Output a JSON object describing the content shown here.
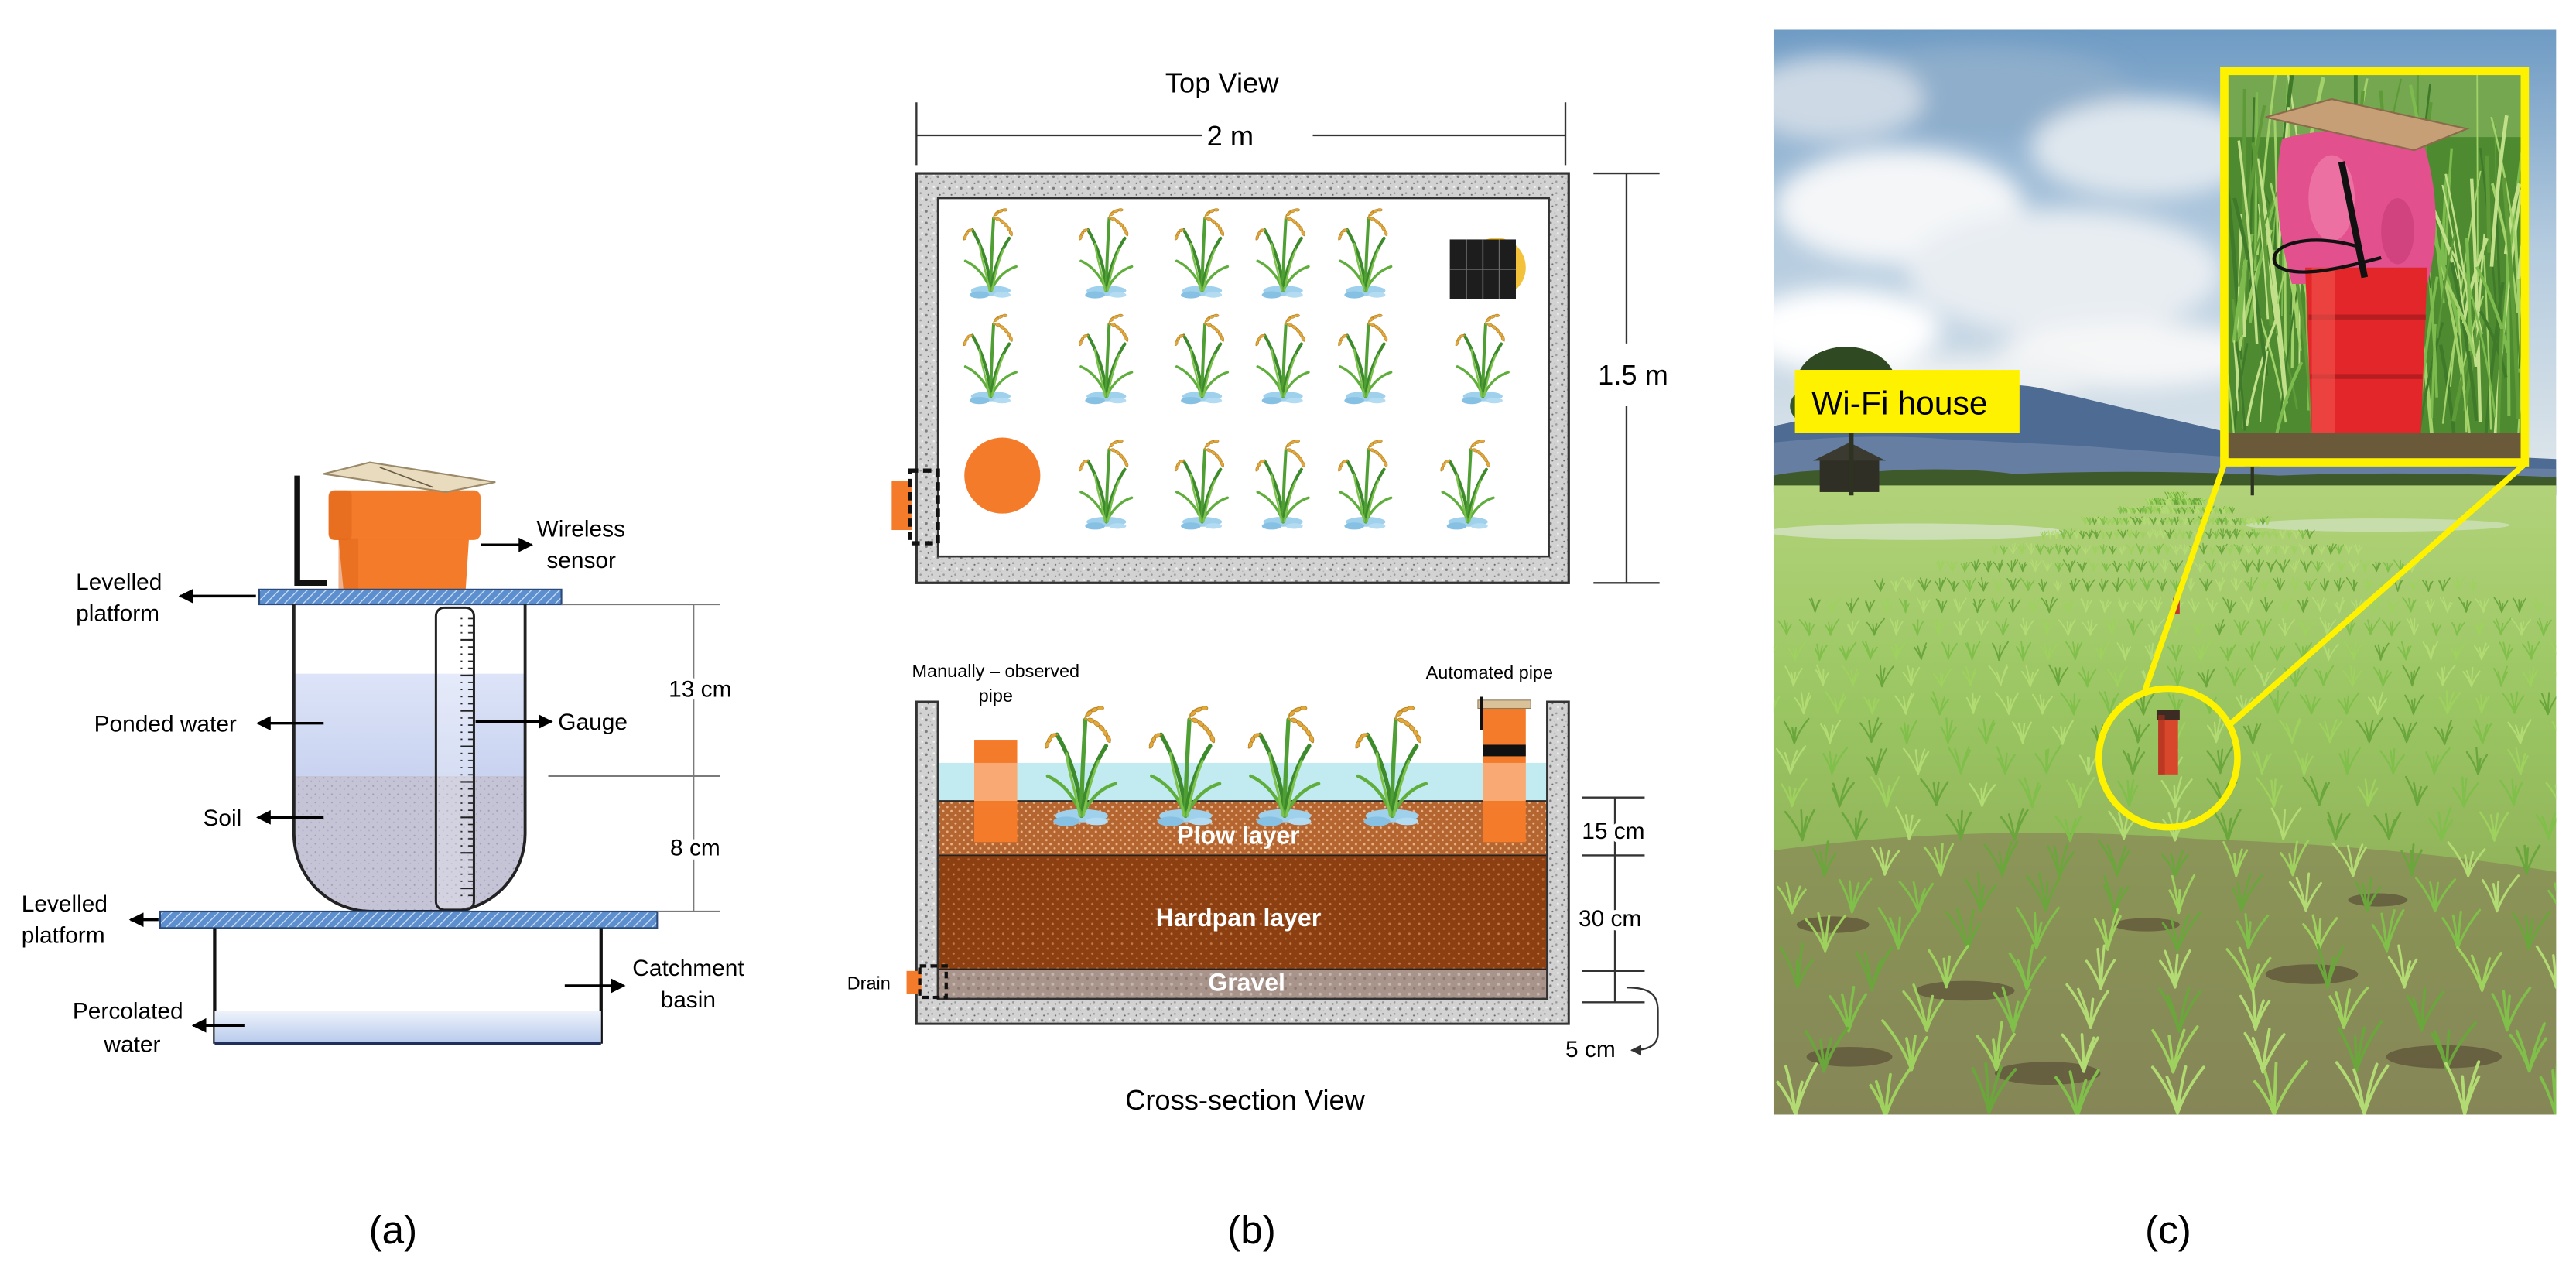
{
  "panel_a": {
    "caption": "(a)",
    "wireless_sensor": [
      "Wireless",
      "sensor"
    ],
    "top_platform": [
      "Levelled",
      "platform"
    ],
    "ponded_water": "Ponded water",
    "gauge": "Gauge",
    "soil": "Soil",
    "depth_water": "13 cm",
    "depth_soil": "8 cm",
    "bottom_platform": [
      "Levelled",
      "platform"
    ],
    "catchment_basin": [
      "Catchment",
      "basin"
    ],
    "percolated_water": [
      "Percolated",
      "water"
    ]
  },
  "panel_b": {
    "caption": "(b)",
    "top_view": {
      "title": "Top View",
      "width": "2 m",
      "height": "1.5 m"
    },
    "cross_section": {
      "title": "Cross-section View",
      "manual_pipe": [
        "Manually – observed",
        "pipe"
      ],
      "automated_pipe": "Automated pipe",
      "layers": [
        "Plow layer",
        "Hardpan layer",
        "Gravel"
      ],
      "drain": "Drain",
      "depths": [
        "15 cm",
        "30 cm",
        "5 cm"
      ]
    }
  },
  "panel_c": {
    "caption": "(c)",
    "wifi_house": "Wi-Fi house"
  },
  "colors": {
    "sensor_orange": "#F47B2A",
    "highlight_yellow": "#FFF200",
    "ponded_water": "#CBD6F2",
    "plow_layer": "#B5652F",
    "hardpan_layer": "#8C3F10",
    "gravel": "#A8948B",
    "red_bucket": "#E3262A",
    "pink_bag": "#E2508D"
  }
}
